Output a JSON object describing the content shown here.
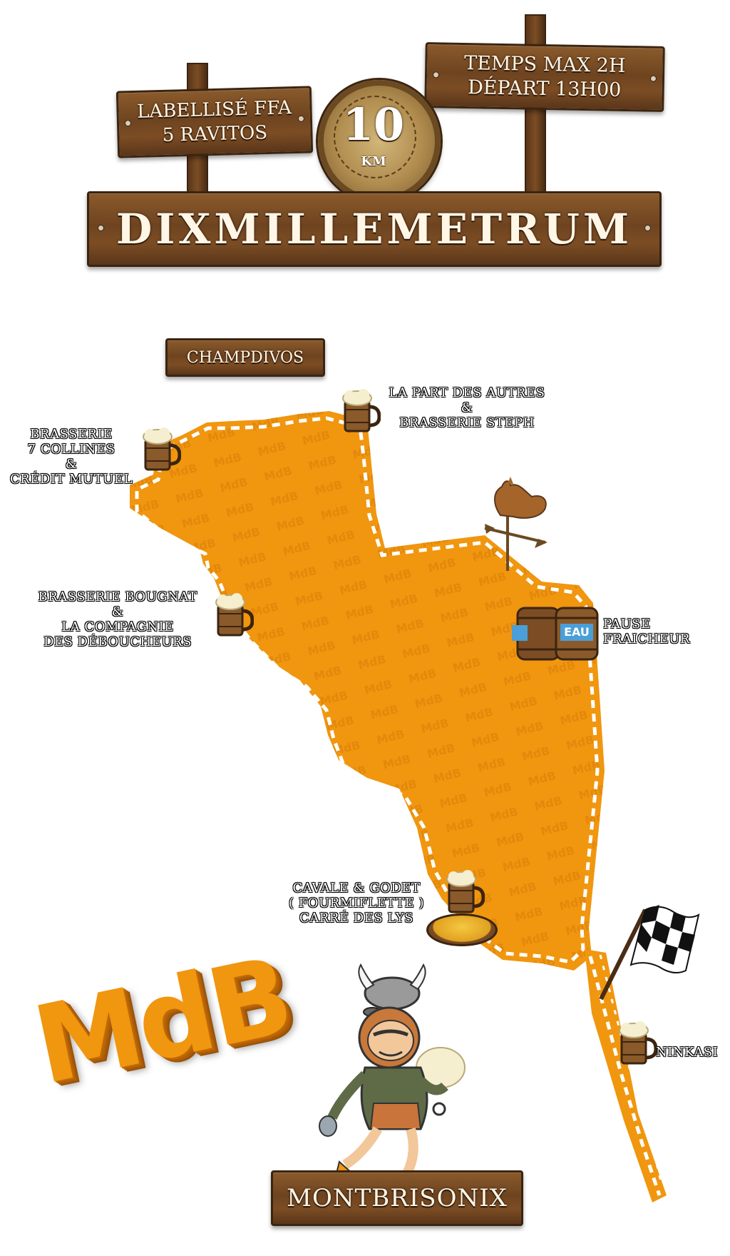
{
  "header": {
    "left_sign": [
      "LABELLISÉ FFA",
      "5 RAVITOS"
    ],
    "right_sign": [
      "TEMPS MAX 2H",
      "DÉPART 13H00"
    ],
    "distance_value": "10",
    "distance_unit": "KM",
    "title": "DIXMILLEMETRUM"
  },
  "map": {
    "start_sign": "CHAMPDIVOS",
    "end_sign": "MONTBRISONIX",
    "watermark": "MdB",
    "logo": "MdB",
    "route_color": "#f0960f",
    "stops": [
      {
        "id": "brasserie-7-collines",
        "lines": [
          "BRASSERIE",
          "7 COLLINES",
          "&",
          "CRÉDIT MUTUEL"
        ],
        "icon": "beer-mug-icon"
      },
      {
        "id": "la-part-des-autres",
        "lines": [
          "LA PART DES AUTRES",
          "&",
          "BRASSERIE STEPH"
        ],
        "icon": "beer-mug-icon"
      },
      {
        "id": "brasserie-bougnat",
        "lines": [
          "BRASSERIE BOUGNAT",
          "&",
          "LA COMPAGNIE",
          "DES DÉBOUCHEURS"
        ],
        "icon": "beer-mug-icon"
      },
      {
        "id": "pause-fraicheur",
        "lines": [
          "PAUSE",
          "FRAICHEUR"
        ],
        "icon": "water-barrel-icon",
        "barrel_text": "EAU"
      },
      {
        "id": "cavale-godet",
        "lines": [
          "CAVALE & GODET",
          "( FOURMIFLETTE )",
          "CARRÉ DES LYS"
        ],
        "icon": "beer-mug-icon"
      },
      {
        "id": "ninkasi",
        "lines": [
          "NINKASI"
        ],
        "icon": "beer-mug-icon"
      }
    ]
  }
}
